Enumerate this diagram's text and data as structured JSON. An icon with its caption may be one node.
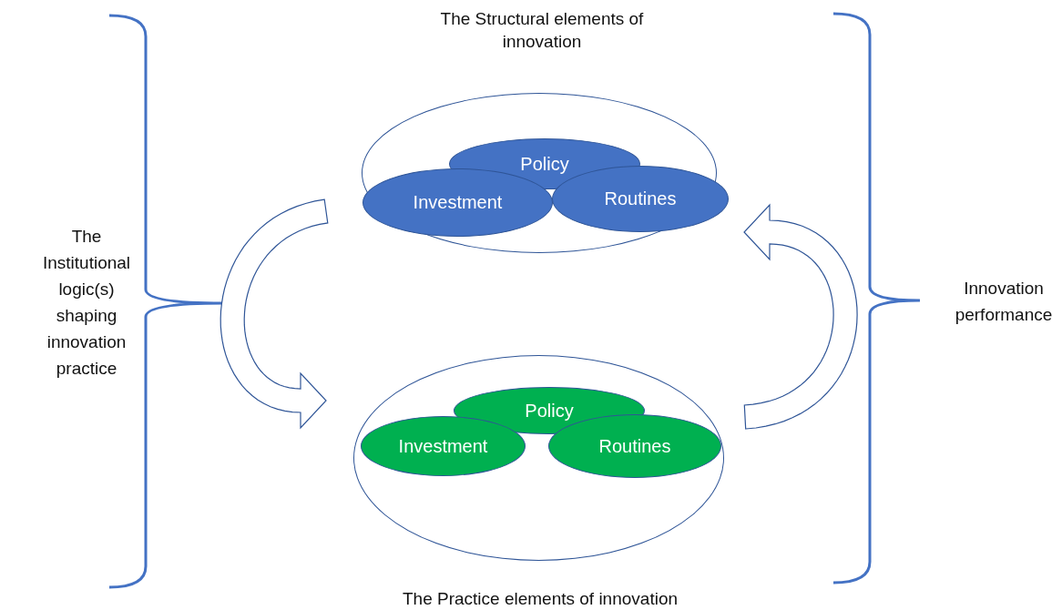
{
  "diagram": {
    "nodes": [
      {
        "text": [
          "The Structural elements of innovation"
        ]
      },
      {
        "text": [
          "Policy"
        ],
        "in": 0
      },
      {
        "text": [
          "Investment"
        ],
        "in": 0
      },
      {
        "text": [
          "Routines"
        ],
        "in": 0
      },
      {
        "text": [
          "The Practice elements of innovation"
        ]
      },
      {
        "text": [
          "Policy"
        ],
        "in": 4
      },
      {
        "text": [
          "Investment"
        ],
        "in": 4
      },
      {
        "text": [
          "Routines"
        ],
        "in": 4
      }
    ],
    "edges": [
      {
        "from": 0,
        "to": 4,
        "arrow": "to"
      },
      {
        "from": 4,
        "to": 0,
        "arrow": "to"
      }
    ],
    "labels": [
      "The Institutional logic(s) shaping innovation practice",
      "Innovation performance"
    ]
  }
}
